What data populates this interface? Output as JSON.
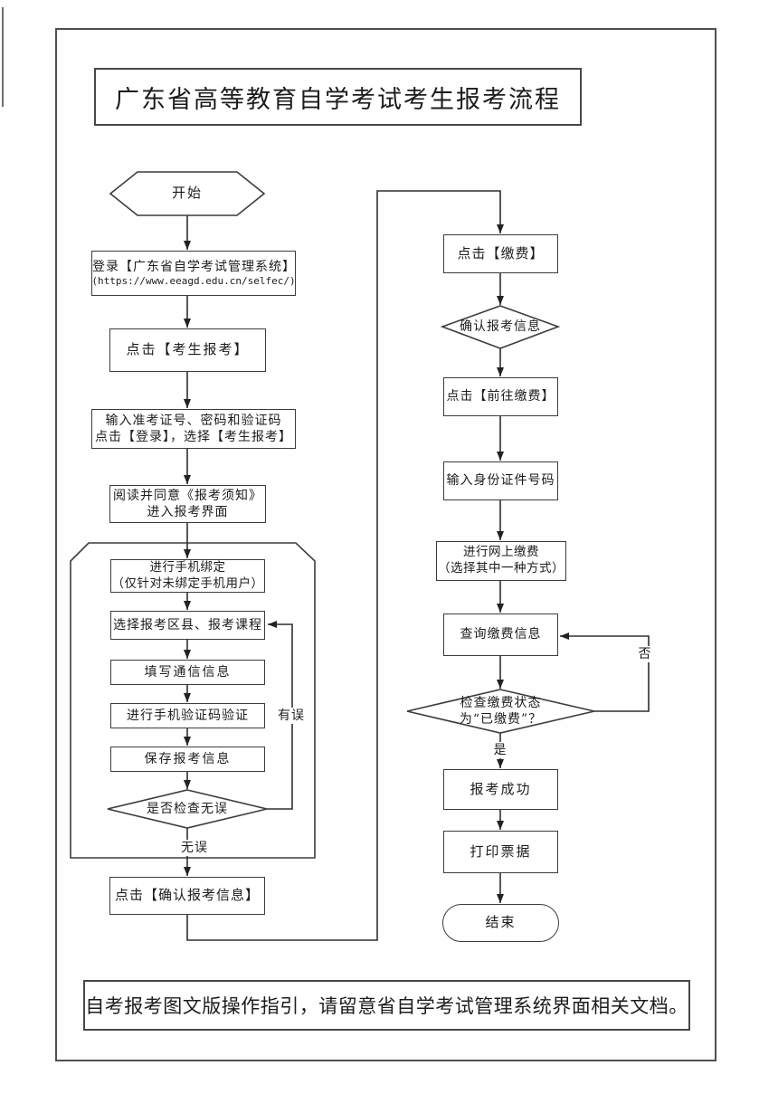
{
  "page": {
    "title": "广东省高等教育自学考试考生报考流程",
    "footer_note": "自考报考图文版操作指引，请留意省自学考试管理系统界面相关文档。",
    "ink_color": "#2e2e2e"
  },
  "flow": {
    "start_label": "开始",
    "end_label": "结束",
    "login_line1": "登录【广东省自学考试管理系统】",
    "login_line2": "(https://www.eeagd.edu.cn/selfec/)",
    "click_register": "点击【考生报考】",
    "input_creds_line1": "输入准考证号、密码和验证码",
    "input_creds_line2": "点击【登录】，选择【考生报考】",
    "read_notice_line1": "阅读并同意《报考须知》",
    "read_notice_line2": "进入报考界面",
    "bind_phone_line1": "进行手机绑定",
    "bind_phone_line2": "（仅针对未绑定手机用户）",
    "select_courses": "选择报考区县、报考课程",
    "fill_contact": "填写通信信息",
    "verify_sms": "进行手机验证码验证",
    "save_info": "保存报考信息",
    "check_correct": "是否检查无误",
    "no_error_label": "无误",
    "has_error_label": "有误",
    "confirm_info": "点击【确认报考信息】",
    "click_pay": "点击【缴费】",
    "confirm_reg": "确认报考信息",
    "go_pay": "点击【前往缴费】",
    "input_id": "输入身份证件号码",
    "online_pay_line1": "进行网上缴费",
    "online_pay_line2": "（选择其中一种方式）",
    "query_pay": "查询缴费信息",
    "check_pay_line1": "检查缴费状态",
    "check_pay_line2": "为“已缴费”？",
    "yes_label": "是",
    "no_label": "否",
    "reg_success": "报考成功",
    "print_receipt": "打印票据"
  }
}
